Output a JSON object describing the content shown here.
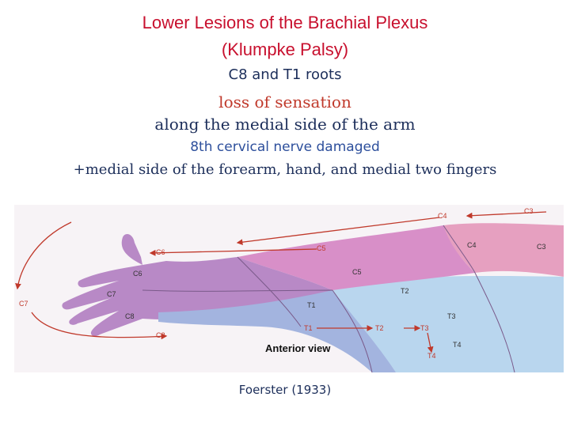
{
  "heading": {
    "line1": "Lower Lesions of the Brachial Plexus",
    "line2": "(Klumpke Palsy)"
  },
  "roots": "C8 and T1 roots",
  "loss": "loss of sensation",
  "medial_arm": "along the medial side of the arm",
  "c8_damaged": "8th cervical nerve damaged",
  "medial_forearm": "+medial side of the forearm, hand, and medial  two  fingers",
  "diagram": {
    "caption": "Anterior view",
    "labels": {
      "c3_top": "C3",
      "c4_top": "C4",
      "c5_top": "C5",
      "c6_top": "C6",
      "c3_side": "C3",
      "c4_side": "C4",
      "c5": "C5",
      "c6": "C6",
      "c7": "C7",
      "c7_left": "C7",
      "c8": "C8",
      "c8_bottom": "C8",
      "t1": "T1",
      "t1_bottom": "T1",
      "t2": "T2",
      "t2_bottom": "T2",
      "t3": "T3",
      "t3_bottom": "T3",
      "t4": "T4",
      "t4_bottom": "T4"
    },
    "colors": {
      "dermatome_c3_c4": "#e6a0c0",
      "dermatome_c5_c6": "#d88fc8",
      "dermatome_c7_c8": "#b889c6",
      "dermatome_t1": "#a3b4df",
      "dermatome_t2_t4": "#b9d6ee",
      "arrow": "#c0392b"
    }
  },
  "credit": "Foerster (1933)"
}
